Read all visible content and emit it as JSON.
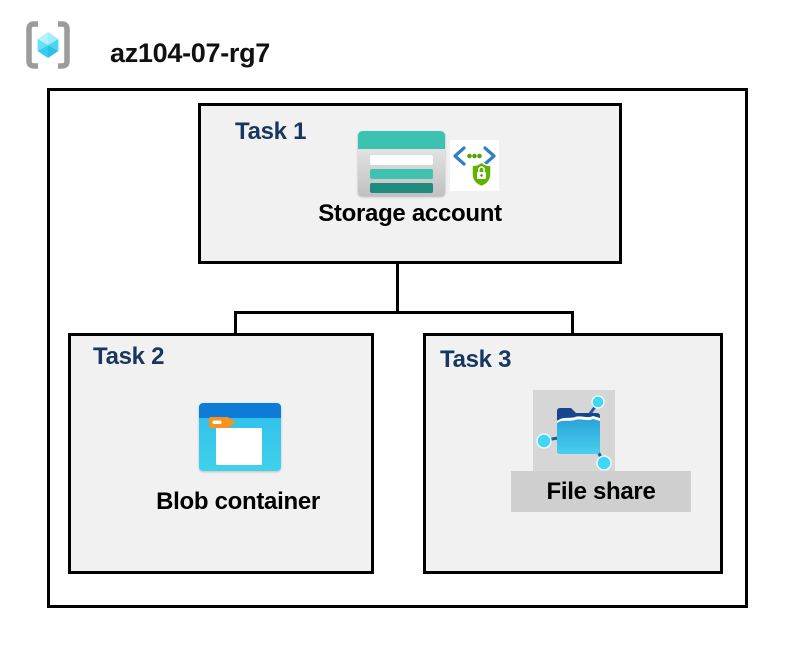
{
  "header": {
    "icon": "resource-group-icon",
    "resource_group_name": "az104-07-rg7"
  },
  "diagram": {
    "tasks": [
      {
        "label": "Task 1",
        "resource": "Storage account",
        "icons": [
          "storage-account-icon",
          "sas-shield-lock-icon"
        ]
      },
      {
        "label": "Task 2",
        "resource": "Blob container",
        "icons": [
          "blob-container-icon"
        ]
      },
      {
        "label": "Task 3",
        "resource": "File share",
        "icons": [
          "file-share-icon"
        ]
      }
    ],
    "connections": [
      {
        "from": "Storage account",
        "to": "Blob container"
      },
      {
        "from": "Storage account",
        "to": "File share"
      }
    ]
  },
  "colors": {
    "task_label_blue": "#17375E",
    "task_box_fill": "#F1F1F2",
    "outline_black": "#000000",
    "storage_teal": "#3CC2B0",
    "storage_teal_dark": "#1F8A7D",
    "blob_titlebar_blue": "#0E7BD7",
    "blob_body_cyan": "#35C8EC",
    "folder_tab_orange": "#F6921E",
    "shield_green": "#5DB300",
    "bracket_gray": "#9B9B9B",
    "cube_cyan": "#45D5F2",
    "file_share_bg_gray": "#D6D6D6",
    "file_share_label_gray": "#CFCFCF",
    "node_cyan": "#3FD6F7",
    "stem_blue": "#1D5CA4"
  }
}
